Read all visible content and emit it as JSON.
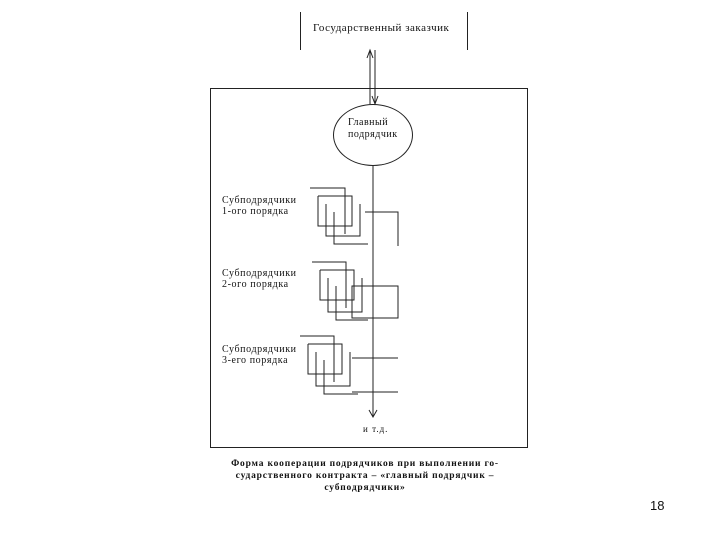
{
  "diagram": {
    "customer": "Государственный заказчик",
    "main_contractor": [
      "Главный",
      "подрядчик"
    ],
    "tiers": [
      {
        "line1": "Субподрядчики",
        "line2": "1-ого порядка"
      },
      {
        "line1": "Субподрядчики",
        "line2": "2-ого порядка"
      },
      {
        "line1": "Субподрядчики",
        "line2": "3-его порядка"
      }
    ],
    "end_label": "и т.д.",
    "caption": [
      "Форма кооперации подрядчиков при выполнении го-",
      "сударственного контракта – «главный подрядчик –",
      "субподрядчики»"
    ]
  },
  "page_number": "18"
}
